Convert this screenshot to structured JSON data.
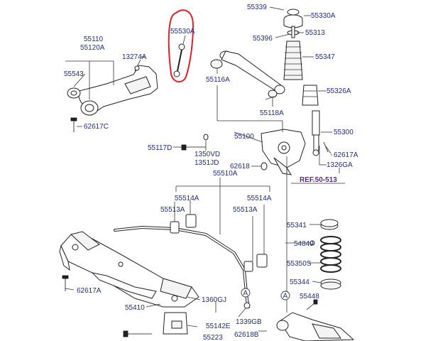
{
  "labels": {
    "l55339": "55339",
    "l55330A": "55330A",
    "l55396": "55396",
    "l55313": "55313",
    "l55347": "55347",
    "l55326A": "55326A",
    "l55300": "55300",
    "l62617A_r": "62617A",
    "l1326GA": "1326GA",
    "l55110": "55110",
    "l55120A": "55120A",
    "l55530A": "55530A",
    "l13274A": "13274A",
    "l55543": "55543",
    "l62617C": "62617C",
    "l55116A": "55116A",
    "l55118A": "55118A",
    "l55100": "55100",
    "l55117D": "55117D",
    "l1350VD": "1350VD",
    "l1351JD": "1351JD",
    "l62618_top": "62618",
    "l55510A": "55510A",
    "lREF": "REF.50-513",
    "l55514A_l": "55514A",
    "l55513A_l": "55513A",
    "l55514A_r": "55514A",
    "l55513A_r": "55513A",
    "l55341": "55341",
    "l54849": "54849",
    "l55350S": "55350S",
    "l55344": "55344",
    "l55448": "55448",
    "l62617A_l": "62617A",
    "l55410": "55410",
    "l1360GJ": "1360GJ",
    "l55142E": "55142E",
    "l55223": "55223",
    "l1339GB": "1339GB",
    "l62618B": "62618B",
    "markerA1": "A",
    "markerA2": "A"
  },
  "colors": {
    "label": "#1f2f7a",
    "highlight": "#e0202a",
    "ref": "#5a2a8a"
  }
}
